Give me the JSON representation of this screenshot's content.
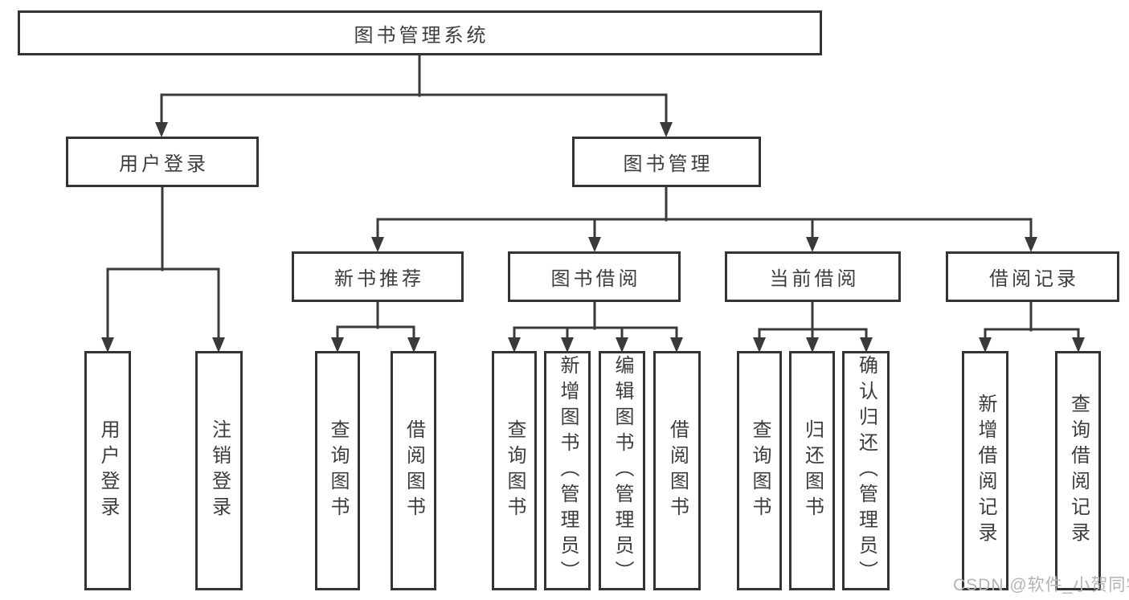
{
  "diagram_type": "functional-structure-tree",
  "colors": {
    "line": "#3a3a3a",
    "box_border": "#343434",
    "text": "#3d3d3d",
    "box_bg": "#ffffff",
    "watermark": "#b4b4b4"
  },
  "tree": {
    "label": "图书管理系统",
    "children": [
      {
        "label": "用户登录",
        "children": [
          {
            "label": "用户登录"
          },
          {
            "label": "注销登录"
          }
        ]
      },
      {
        "label": "图书管理",
        "children": [
          {
            "label": "新书推荐",
            "children": [
              {
                "label": "查询图书"
              },
              {
                "label": "借阅图书"
              }
            ]
          },
          {
            "label": "图书借阅",
            "children": [
              {
                "label": "查询图书"
              },
              {
                "label": "新增图书（管理员）"
              },
              {
                "label": "编辑图书（管理员）"
              },
              {
                "label": "借阅图书"
              }
            ]
          },
          {
            "label": "当前借阅",
            "children": [
              {
                "label": "查询图书"
              },
              {
                "label": "归还图书"
              },
              {
                "label": "确认归还（管理员）"
              }
            ]
          },
          {
            "label": "借阅记录",
            "children": [
              {
                "label": "新增借阅记录"
              },
              {
                "label": "查询借阅记录"
              }
            ]
          }
        ]
      }
    ]
  },
  "watermark": {
    "text": "CSDN @软件_小贺同学"
  }
}
